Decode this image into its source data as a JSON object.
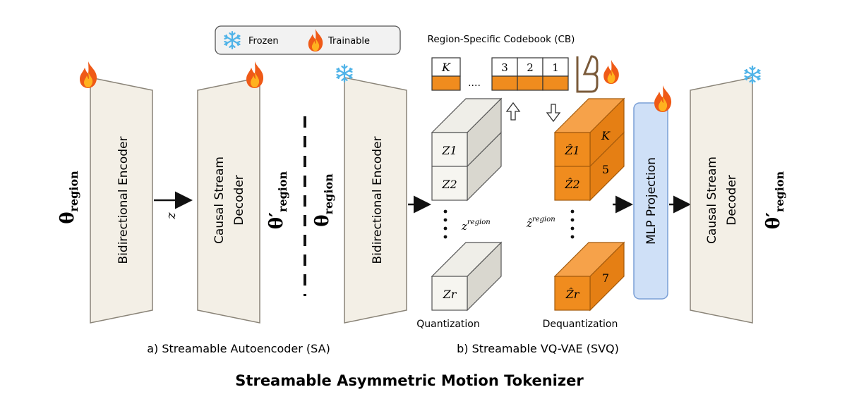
{
  "legend": {
    "frozen": "Frozen",
    "trainable": "Trainable"
  },
  "codebook": {
    "title": "Region-Specific Codebook (CB)",
    "cells": [
      "K",
      "3",
      "2",
      "1"
    ],
    "ellipsis": "....",
    "side_label": "B"
  },
  "left_section": {
    "input_theta": "θ",
    "input_sub": "region",
    "encoder": "Bidirectional Encoder",
    "latent": "z",
    "decoder": "Causal Stream Decoder",
    "decoder_line1": "Causal Stream",
    "decoder_line2": "Decoder",
    "output_theta": "θ′",
    "output_sub": "region",
    "caption": "a) Streamable Autoencoder (SA)"
  },
  "right_section": {
    "input_theta": "θ",
    "input_sub": "region",
    "encoder": "Bidirectional Encoder",
    "quant_cubes": [
      "Z1",
      "Z2",
      "Zr"
    ],
    "quant_sub": "region",
    "quant_label": "Quantization",
    "dequant_cubes": [
      "Ẑ1",
      "Ẑ2",
      "Ẑr"
    ],
    "dequant_indices": [
      "K",
      "5",
      "7"
    ],
    "dequant_label": "Dequantization",
    "z_region_left": "z",
    "z_region_right": "ẑ",
    "mlp": "MLP Projection",
    "decoder_line1": "Causal Stream",
    "decoder_line2": "Decoder",
    "output_theta": "θ′",
    "output_sub": "region",
    "caption": "b) Streamable VQ-VAE (SVQ)"
  },
  "title": "Streamable Asymmetric Motion Tokenizer",
  "colors": {
    "block_fill": "#f3efe6",
    "block_stroke": "#8a8478",
    "orange": "#f08c1e",
    "orange_dark": "#c86a10",
    "mlp_fill": "#cfe0f7",
    "mlp_stroke": "#7a9fd6",
    "frozen": "#4fb3e8",
    "fire": "#ef5a17"
  }
}
